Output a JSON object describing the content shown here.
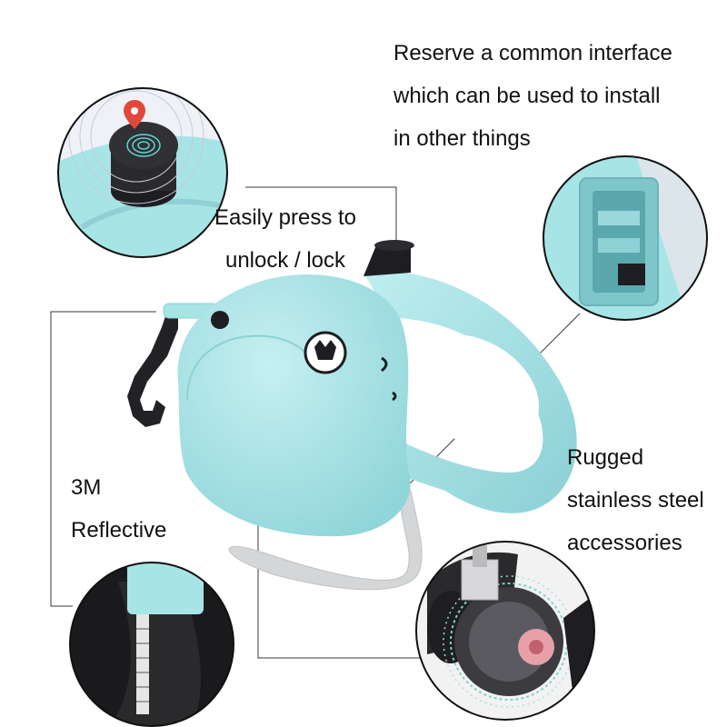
{
  "captions": {
    "interface": [
      "Reserve a common interface",
      "which can be used to install",
      "in other things"
    ],
    "press": [
      "Easily press to",
      "unlock / lock"
    ],
    "reflective": [
      "3M",
      "Reflective"
    ],
    "steel": [
      "Rugged",
      "stainless steel",
      "accessories"
    ]
  },
  "colors": {
    "body": "#a7e4e6",
    "body_shade": "#86cfd3",
    "accent_red": "#e2483a",
    "dark": "#1e1e22",
    "strap": "#d4d6d8",
    "leader_line": "#3a3a3a"
  },
  "icons": {
    "lock_button": "fingerprint-button-icon",
    "location_pin": "location-pin-icon",
    "dog_logo": "dog-face-icon",
    "clip": "snap-hook-icon"
  }
}
